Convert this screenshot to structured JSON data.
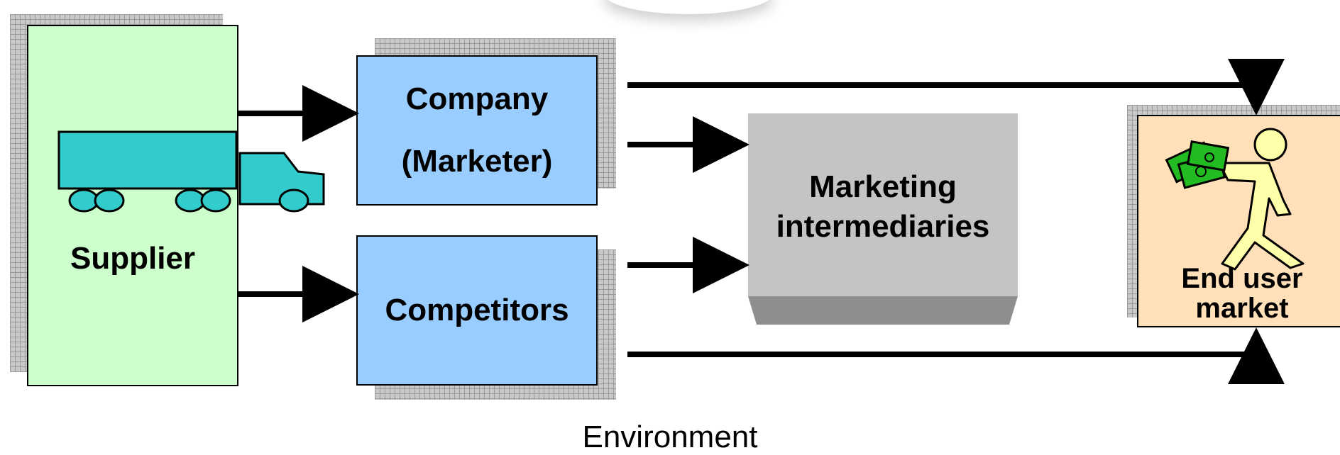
{
  "diagram": {
    "supplier": "Supplier",
    "company_line1": "Company",
    "company_line2": "(Marketer)",
    "competitors": "Competitors",
    "intermediaries": "Marketing intermediaries",
    "end_user": "End user market",
    "environment": "Environment"
  },
  "colors": {
    "supplier_fill": "#ccffcc",
    "company_fill": "#99ccff",
    "intermediaries_fill": "#c4c4c4",
    "end_user_fill": "#ffe0b8",
    "truck": "#33cccc",
    "money": "#22bb22",
    "person": "#ffffaa"
  }
}
